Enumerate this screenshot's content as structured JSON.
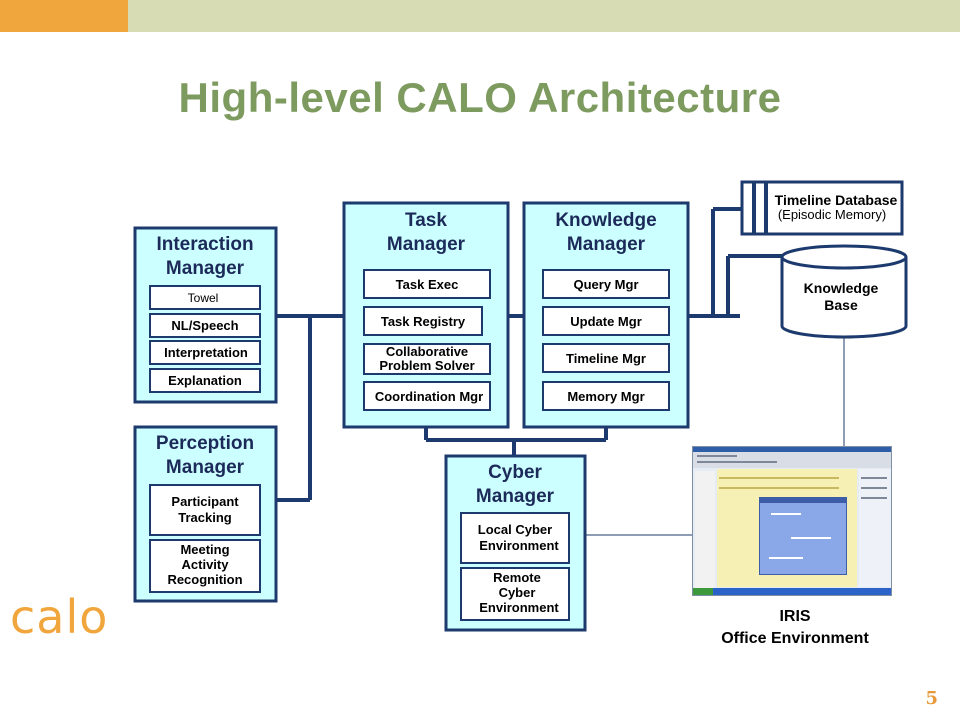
{
  "slide": {
    "title": "High-level CALO Architecture",
    "page_number": "5",
    "logo_text": "calo",
    "colors": {
      "accent_orange": "#f0a63c",
      "header_olive": "#d8dcb4",
      "title_green": "#7d9a5f",
      "box_fill": "#ccffff",
      "line_navy": "#1c3a6e"
    }
  },
  "managers": {
    "interaction": {
      "title_line1": "Interaction",
      "title_line2": "Manager",
      "items": [
        "Towel",
        "NL/Speech",
        "Interpretation",
        "Explanation"
      ]
    },
    "perception": {
      "title_line1": "Perception",
      "title_line2": "Manager",
      "items": [
        [
          "Participant",
          "Tracking"
        ],
        [
          "Meeting",
          "Activity",
          "Recognition"
        ]
      ]
    },
    "task": {
      "title_line1": "Task",
      "title_line2": "Manager",
      "items": [
        [
          "Task Exec"
        ],
        [
          "Task Registry"
        ],
        [
          "Collaborative",
          "Problem Solver"
        ],
        [
          "Coordination Mgr"
        ]
      ]
    },
    "knowledge": {
      "title_line1": "Knowledge",
      "title_line2": "Manager",
      "items": [
        "Query Mgr",
        "Update Mgr",
        "Timeline Mgr",
        "Memory Mgr"
      ]
    },
    "cyber": {
      "title_line1": "Cyber",
      "title_line2": "Manager",
      "items": [
        [
          "Local Cyber",
          "Environment"
        ],
        [
          "Remote",
          "Cyber",
          "Environment"
        ]
      ]
    }
  },
  "stores": {
    "timeline": {
      "line1": "Timeline Database",
      "line2": "(Episodic Memory)"
    },
    "knowledge_base": {
      "line1": "Knowledge",
      "line2": "Base"
    }
  },
  "iris": {
    "line1": "IRIS",
    "line2": "Office Environment"
  }
}
